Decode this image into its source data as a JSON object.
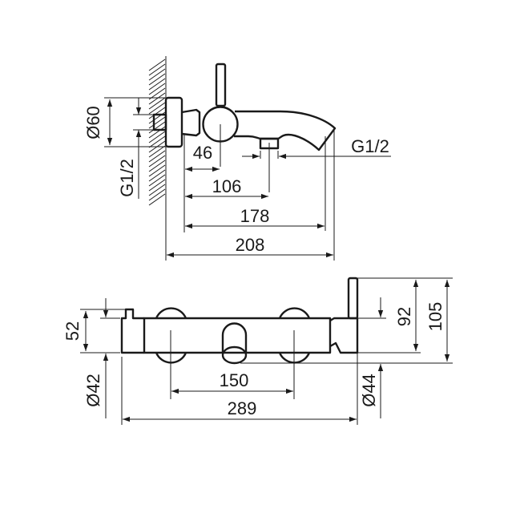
{
  "top_view": {
    "dims": {
      "d60": "Ø60",
      "g12_left": "G1/2",
      "d46": "46",
      "d106": "106",
      "d178": "178",
      "d208": "208",
      "g12_right": "G1/2"
    }
  },
  "front_view": {
    "dims": {
      "d52": "52",
      "d42": "Ø42",
      "d150": "150",
      "d289": "289",
      "d44": "Ø44",
      "d92": "92",
      "d105": "105"
    }
  },
  "colors": {
    "line": "#1a1a1a",
    "background": "#ffffff"
  }
}
